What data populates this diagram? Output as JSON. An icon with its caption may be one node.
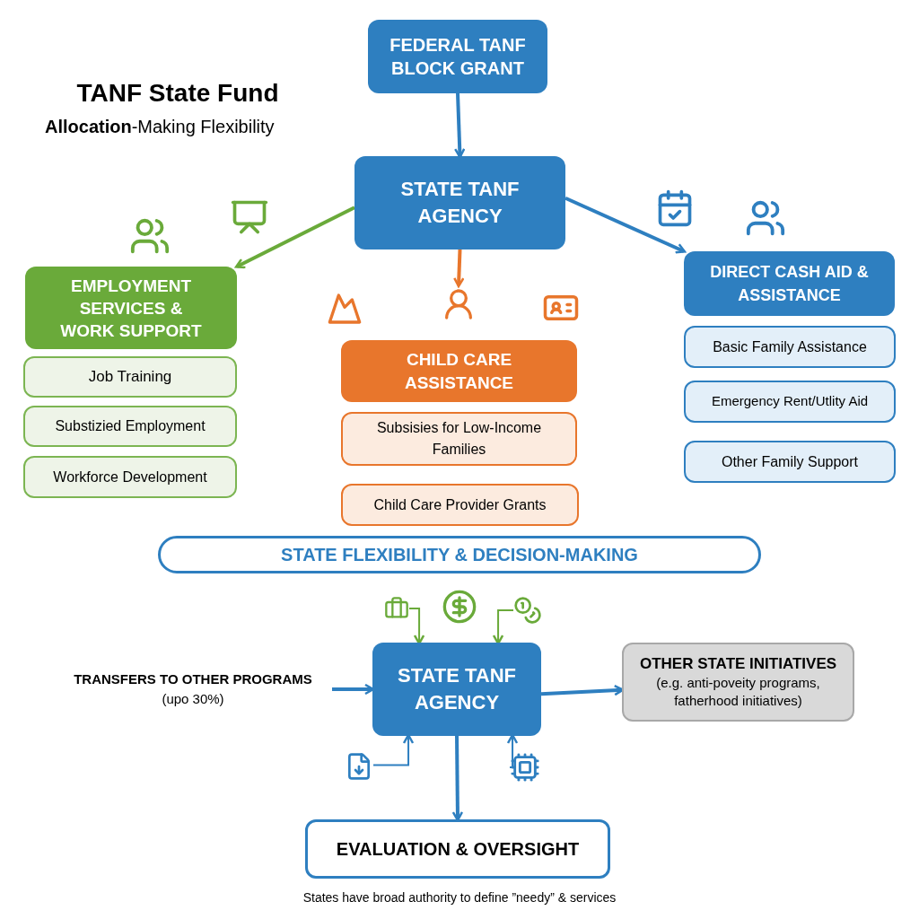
{
  "diagram": {
    "title": "TANF State Fund",
    "caption": "States have broad authority to define ”needy” & services",
    "nodes": [
      {
        "text": [
          "FEDERAL TANF BLOCK GRANT"
        ]
      },
      {
        "text": [
          "STATE TANF AGENCY"
        ]
      },
      {
        "text": [
          "EMPLOYMENT SERVICES & WORK SUPPORT"
        ]
      },
      {
        "text": [
          "Job Training"
        ]
      },
      {
        "text": [
          "Substizied Employment"
        ]
      },
      {
        "text": [
          "Workforce Development"
        ]
      },
      {
        "text": [
          "CHILD CARE ASSISTANCE"
        ]
      },
      {
        "text": [
          "Subsisies for Low-Income Families"
        ]
      },
      {
        "text": [
          "Child Care Provider Grants"
        ]
      },
      {
        "text": [
          "DIRECT CASH AID & ASSISTANCE"
        ]
      },
      {
        "text": [
          "Basic Family Assistance"
        ]
      },
      {
        "text": [
          "Emergency Rent/Utlity Aid"
        ]
      },
      {
        "text": [
          "Other Family Support"
        ]
      },
      {
        "text": [
          "STATE FLEXIBILITY & DECISION-MAKING"
        ]
      },
      {
        "text": [
          "TRANSFERS TO OTHER PROGRAMS",
          "(upo 30%)"
        ]
      },
      {
        "text": [
          "STATE TANF AGENCY"
        ]
      },
      {
        "text": [
          "OTHER STATE INITIATIVES",
          "(e.g. anti-poveity programs, fatherhood initiatives)"
        ]
      },
      {
        "text": [
          "EVALUATION & OVERSIGHT"
        ]
      },
      {
        "text": [],
        "shape": "briefcase"
      },
      {
        "text": [],
        "shape": "coins"
      },
      {
        "text": [],
        "shape": "document"
      },
      {
        "text": [],
        "shape": "chip"
      },
      {
        "text": [],
        "shape": "person"
      }
    ],
    "edges": [
      {
        "from": 0,
        "to": 1,
        "arrow": "to"
      },
      {
        "from": 1,
        "to": 2,
        "arrow": "to",
        "color": "#6aaa3a"
      },
      {
        "from": 1,
        "to": 22,
        "arrow": "to",
        "color": "#e8762c"
      },
      {
        "from": 1,
        "to": 9,
        "arrow": "to"
      },
      {
        "from": 14,
        "to": 15,
        "arrow": "to"
      },
      {
        "from": 15,
        "to": 16,
        "arrow": "to"
      },
      {
        "from": 15,
        "to": 17,
        "arrow": "to"
      },
      {
        "from": 18,
        "to": 15,
        "arrow": "to",
        "color": "#6aaa3a"
      },
      {
        "from": 19,
        "to": 15,
        "arrow": "to",
        "color": "#6aaa3a"
      },
      {
        "from": 20,
        "to": 15,
        "arrow": "to"
      },
      {
        "from": 21,
        "to": 15,
        "arrow": "to"
      }
    ],
    "labels": [
      "**Allocation**-Making Flexibility"
    ]
  }
}
